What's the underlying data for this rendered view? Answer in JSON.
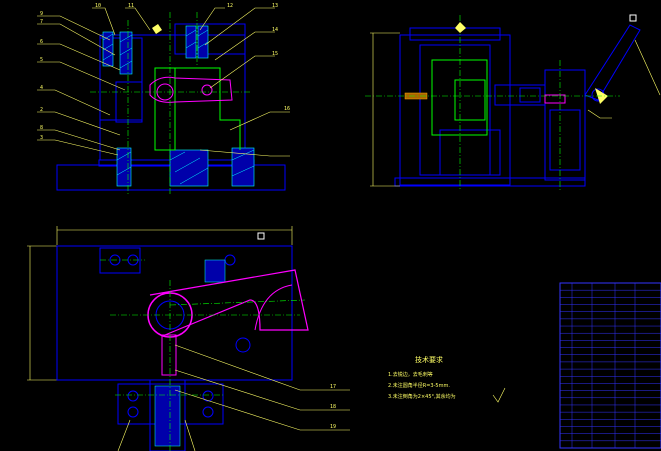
{
  "drawing": {
    "callouts_view1": [
      "9",
      "7",
      "8",
      "6",
      "5",
      "4",
      "2",
      "3",
      "10",
      "11",
      "12",
      "13",
      "14",
      "15",
      "16"
    ],
    "callouts_view3": [
      "17",
      "18",
      "19"
    ],
    "tech_requirements": {
      "title": "技术要求",
      "items": [
        "1.去锐边，去毛刺等",
        "2.未注圆角半径R=3-5mm.",
        "3.未注倒角为2×45°,其余均为"
      ]
    },
    "colors": {
      "outline": "#0000ff",
      "dim": "#ffff66",
      "center": "#00ff00",
      "hatch": "#00ffff",
      "part": "#ff00ff",
      "table": "#3333ff"
    },
    "table_rows": 23
  }
}
